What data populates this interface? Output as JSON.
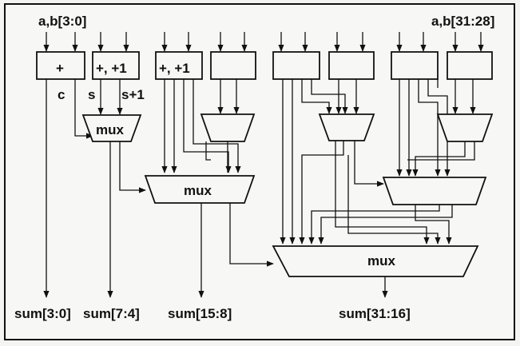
{
  "inputs": {
    "low": "a,b[3:0]",
    "high": "a,b[31:28]"
  },
  "adders": {
    "first": "+",
    "second": "+, +1",
    "third": "+, +1"
  },
  "signals": {
    "carry": "c",
    "sum": "s",
    "sum_plus_one": "s+1"
  },
  "mux_labels": {
    "level1": "mux",
    "level2": "mux",
    "level3": "mux"
  },
  "outputs": {
    "out0": "sum[3:0]",
    "out1": "sum[7:4]",
    "out2": "sum[15:8]",
    "out3": "sum[31:16]"
  }
}
